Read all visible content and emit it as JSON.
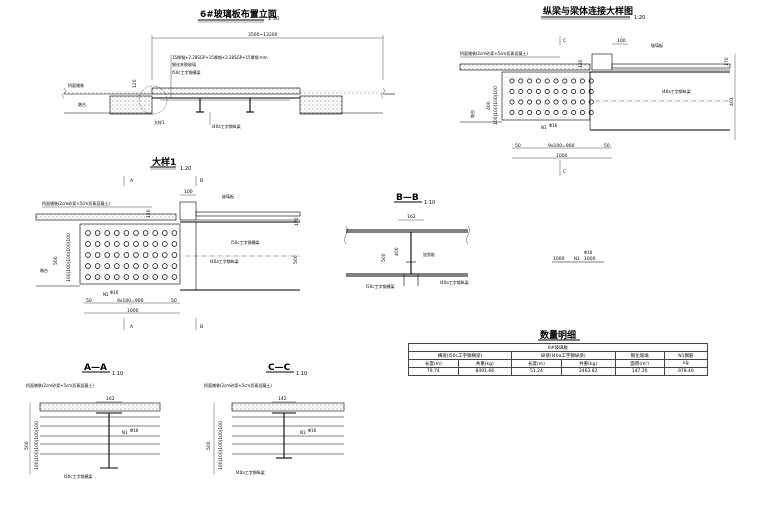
{
  "elevation": {
    "title": "6#玻璃板布置立面",
    "scale": "1:50",
    "dim_total": "3500~13200",
    "dim_layout": "15厚钢+2.28SGP+15厚钢+2.28SGP+15厚钢 mm",
    "label_glass": "钢化夹胶玻璃",
    "label_cross_beam": "I50c工字钢横梁",
    "label_long_beam": "I40a工字钢纵梁",
    "label_deck": "桥面铺装",
    "label_pier": "墩台",
    "label_detail": "大样1",
    "dim_120": "120"
  },
  "connection": {
    "title": "纵梁与梁体连接大样图",
    "scale": "1:20",
    "section_mark": "C",
    "dim_100": "100",
    "label_glass": "玻璃板",
    "label_deck": "桥面铺装(2cm砂浆+5cm沥青混凝土)",
    "dim_120": "120",
    "dim_170": "170",
    "dim_400": "400",
    "dim_401": "401",
    "dim_side": "100|100|100|100",
    "label_beam": "I40a工字钢纵梁",
    "label_bolt": "N1",
    "bolt_spec": "Φ16",
    "dim_50": "50",
    "dim_spacing": "9x100=900",
    "dim_1000": "1000",
    "label_pier": "墩台"
  },
  "detail1": {
    "title": "大样1",
    "scale": "1:20",
    "mark_a": "A",
    "mark_b": "B",
    "dim_100": "100",
    "label_glass": "玻璃板",
    "label_deck": "桥面铺装(2cm砂浆+5cm沥青混凝土)",
    "dim_120": "120",
    "dim_170": "170",
    "dim_500": "500",
    "dim_side": "100|100|100|100|100",
    "label_cross_beam": "I50c工字钢横梁",
    "label_long_beam": "I40a工字钢纵梁",
    "label_pier": "墩台",
    "label_bolt": "N1",
    "bolt_spec": "Φ16",
    "dim_50": "50",
    "dim_spacing": "9x100=900",
    "dim_1000": "1000"
  },
  "section_bb": {
    "title": "B—B",
    "scale": "1:10",
    "dim_162": "162",
    "dim_500": "500",
    "dim_400": "400",
    "label_stiffener": "加劲板",
    "label_cross_beam": "I50c工字钢横梁",
    "label_long_beam": "I40a工字钢纵梁"
  },
  "rebar_note": {
    "length": "1000",
    "label": "N1",
    "spec": "Φ16",
    "length2": "1000"
  },
  "quantity_table": {
    "title": "数量明细",
    "subtitle": "6#玻璃板",
    "col1": "横梁(I50c工字钢横梁)",
    "col2": "纵梁(I40a工字钢纵梁)",
    "col3": "钢化玻璃",
    "col4": "N1钢筋",
    "sub_length": "长度(m)",
    "sub_weight": "共重(kg)",
    "sub_area": "面积(m²)",
    "sub_kg": "kg",
    "values": [
      "79.74",
      "8491.66",
      "51.24",
      "2463.82",
      "147.20",
      "978.40"
    ]
  },
  "section_aa": {
    "title": "A—A",
    "scale": "1:10",
    "label_deck": "桥面铺装(2cm砂浆+5cm沥青混凝土)",
    "dim_162": "162",
    "label_bolt": "N1",
    "bolt_spec": "Φ16",
    "dim_500": "500",
    "dim_side": "100|100|100|100|100",
    "label_beam": "I50c工字钢横梁"
  },
  "section_cc": {
    "title": "C—C",
    "scale": "1:10",
    "label_deck": "桥面铺装(2cm砂浆+5cm沥青混凝土)",
    "dim_142": "142",
    "label_bolt": "N1",
    "bolt_spec": "Φ16",
    "dim_500": "500",
    "dim_side": "100|100|100|100|100",
    "label_beam": "I40a工字钢纵梁"
  }
}
